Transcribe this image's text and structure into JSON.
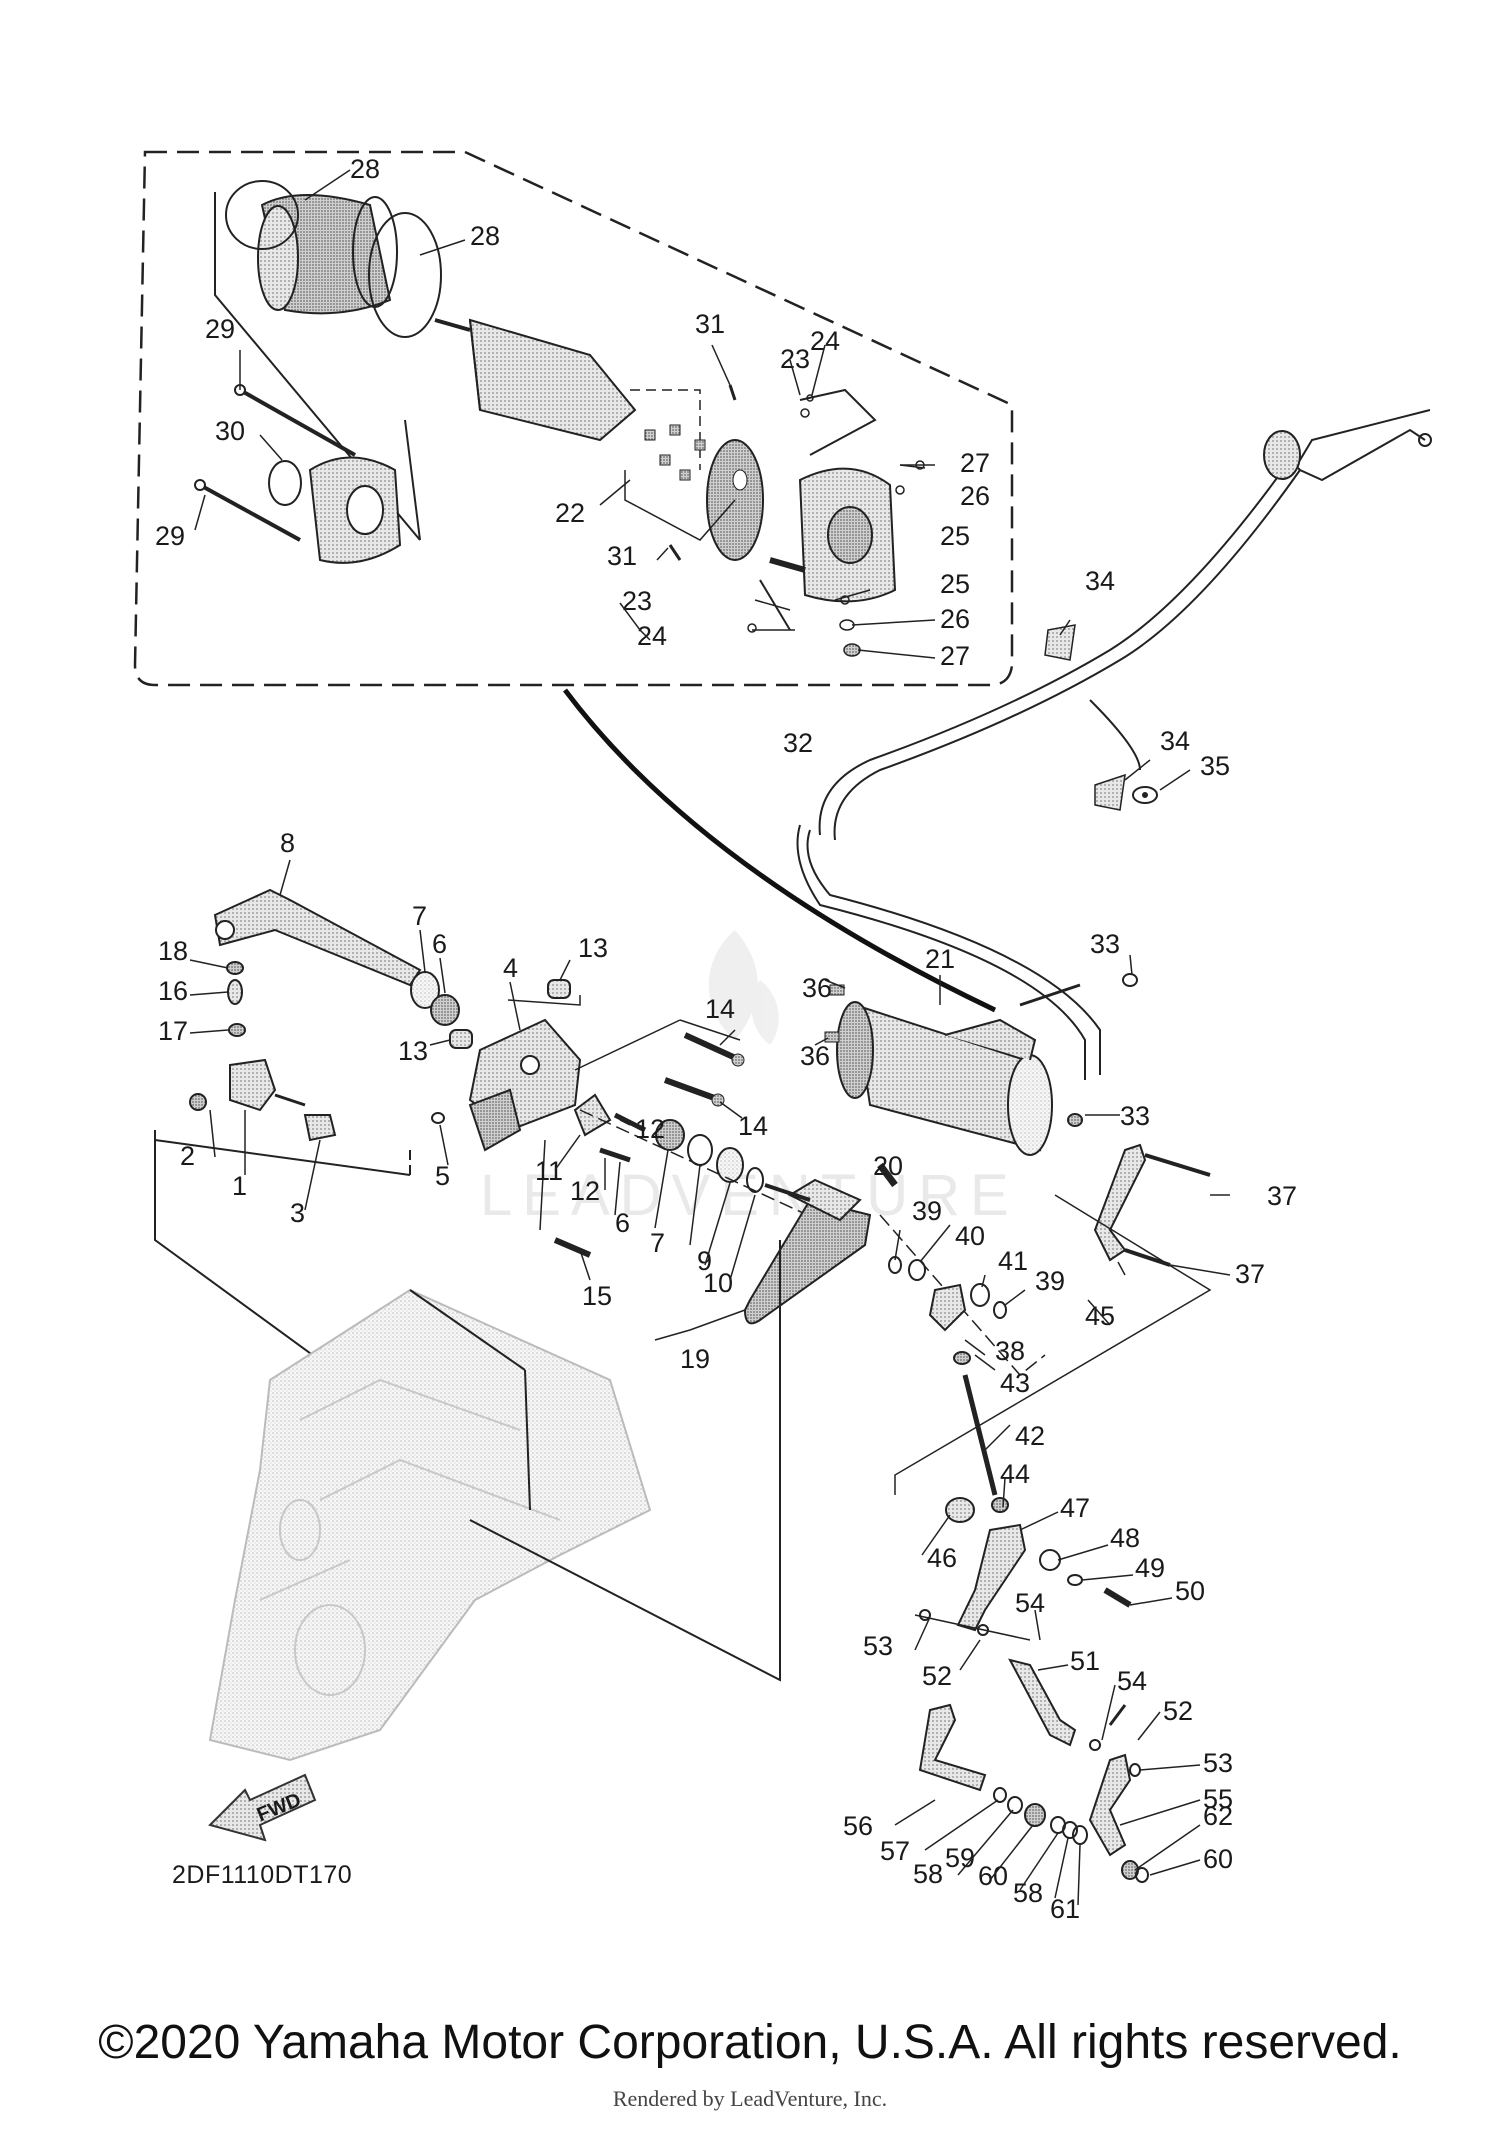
{
  "diagram": {
    "drawing_code": "2DF1110DT170",
    "fwd_label": "FWD",
    "watermark": "LEADVENTURE",
    "copyright": "©2020 Yamaha Motor Corporation, U.S.A. All rights reserved.",
    "rendered_by": "Rendered by LeadVenture, Inc.",
    "callouts": [
      "1",
      "2",
      "3",
      "4",
      "5",
      "6",
      "6",
      "7",
      "7",
      "8",
      "9",
      "10",
      "11",
      "12",
      "12",
      "13",
      "13",
      "14",
      "14",
      "15",
      "16",
      "17",
      "18",
      "19",
      "20",
      "21",
      "22",
      "23",
      "23",
      "24",
      "24",
      "25",
      "25",
      "26",
      "26",
      "27",
      "27",
      "28",
      "28",
      "29",
      "29",
      "30",
      "31",
      "31",
      "32",
      "33",
      "33",
      "34",
      "34",
      "35",
      "36",
      "36",
      "37",
      "37",
      "38",
      "39",
      "39",
      "40",
      "41",
      "42",
      "43",
      "44",
      "45",
      "46",
      "47",
      "48",
      "49",
      "50",
      "51",
      "52",
      "52",
      "53",
      "53",
      "54",
      "54",
      "55",
      "56",
      "57",
      "58",
      "58",
      "59",
      "60",
      "60",
      "61",
      "62"
    ]
  }
}
